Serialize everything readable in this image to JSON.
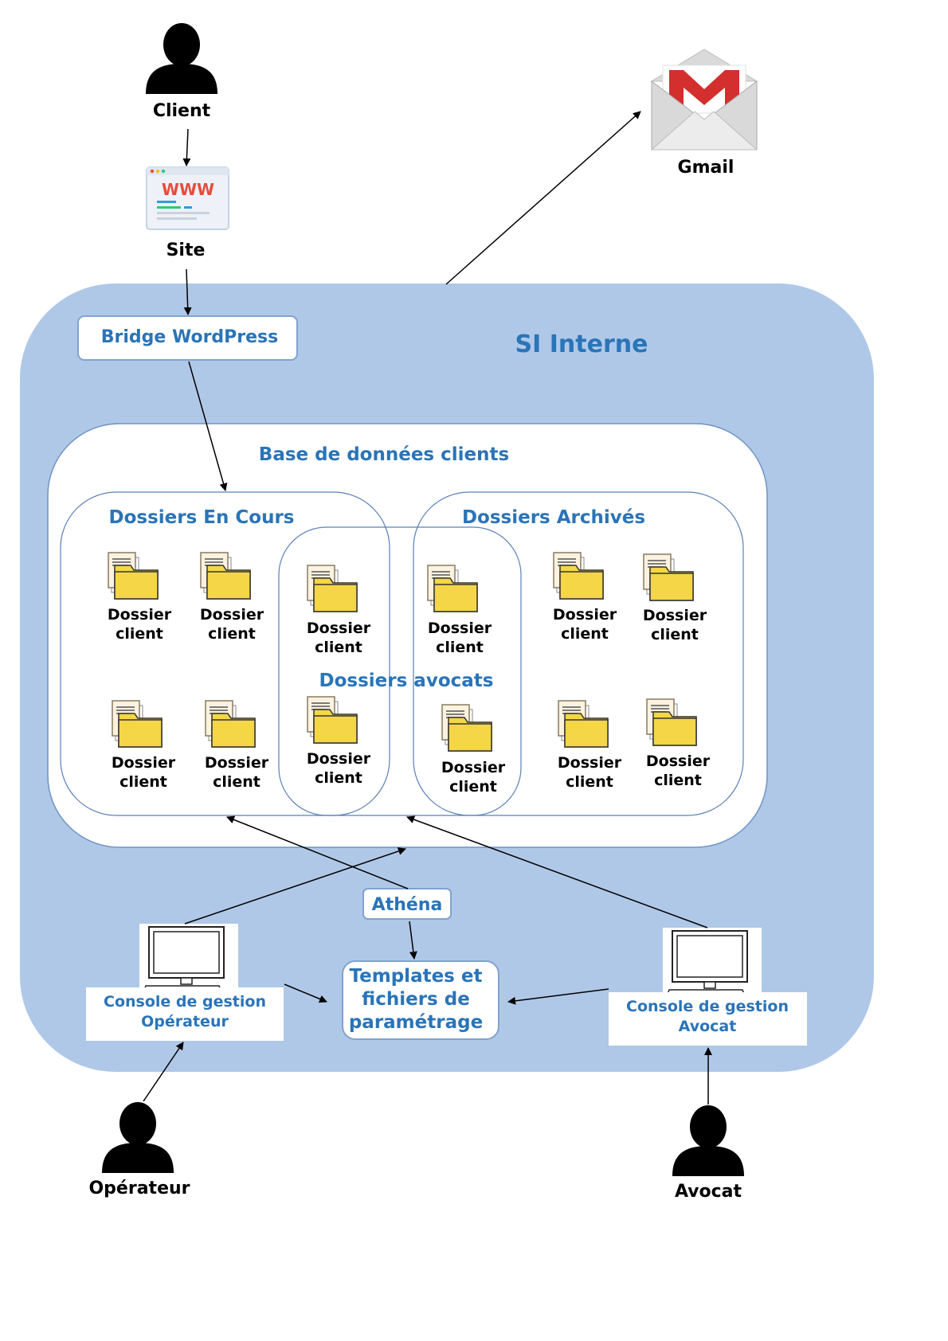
{
  "actors": {
    "client": "Client",
    "operator": "Opérateur",
    "lawyer": "Avocat"
  },
  "services": {
    "site": "Site",
    "site_icon_text": "WWW",
    "gmail": "Gmail"
  },
  "system": {
    "title": "SI Interne",
    "bridge": "Bridge WordPress",
    "database": "Base de données clients",
    "groups": {
      "current": "Dossiers En Cours",
      "archived": "Dossiers Archivés",
      "lawyers": "Dossiers avocats"
    },
    "folder_line1": "Dossier",
    "folder_line2": "client",
    "athena": "Athéna",
    "templates": [
      "Templates et",
      "fichiers de",
      "paramétrage"
    ],
    "operator_console": [
      "Console de gestion",
      "Opérateur"
    ],
    "lawyer_console": [
      "Console de gestion",
      "Avocat"
    ]
  },
  "colors": {
    "system_bg": "#b0c8e8",
    "accent_text": "#2a74b8",
    "folder_yellow": "#f4d647",
    "gmail_red": "#d32f2f"
  }
}
